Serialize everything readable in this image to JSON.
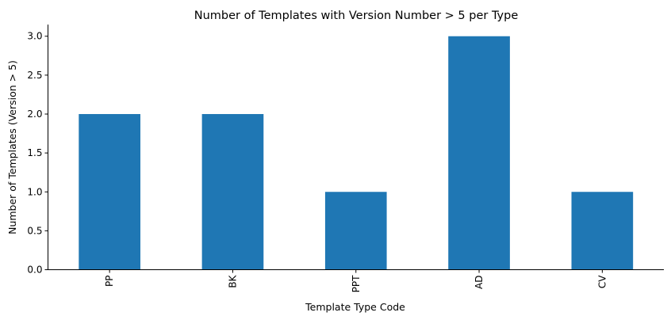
{
  "chart_data": {
    "type": "bar",
    "title": "Number of Templates with Version Number > 5 per Type",
    "xlabel": "Template Type Code",
    "ylabel": "Number of Templates (Version > 5)",
    "categories": [
      "PP",
      "BK",
      "PPT",
      "AD",
      "CV"
    ],
    "values": [
      2,
      2,
      1,
      3,
      1
    ],
    "ylim": [
      0,
      3.15
    ],
    "yticks": [
      "0.0",
      "0.5",
      "1.0",
      "1.5",
      "2.0",
      "2.5",
      "3.0"
    ],
    "bar_color": "#1f77b4",
    "grid": false,
    "legend": "none",
    "xtick_rotation": "vertical",
    "spines": "left and bottom only"
  }
}
